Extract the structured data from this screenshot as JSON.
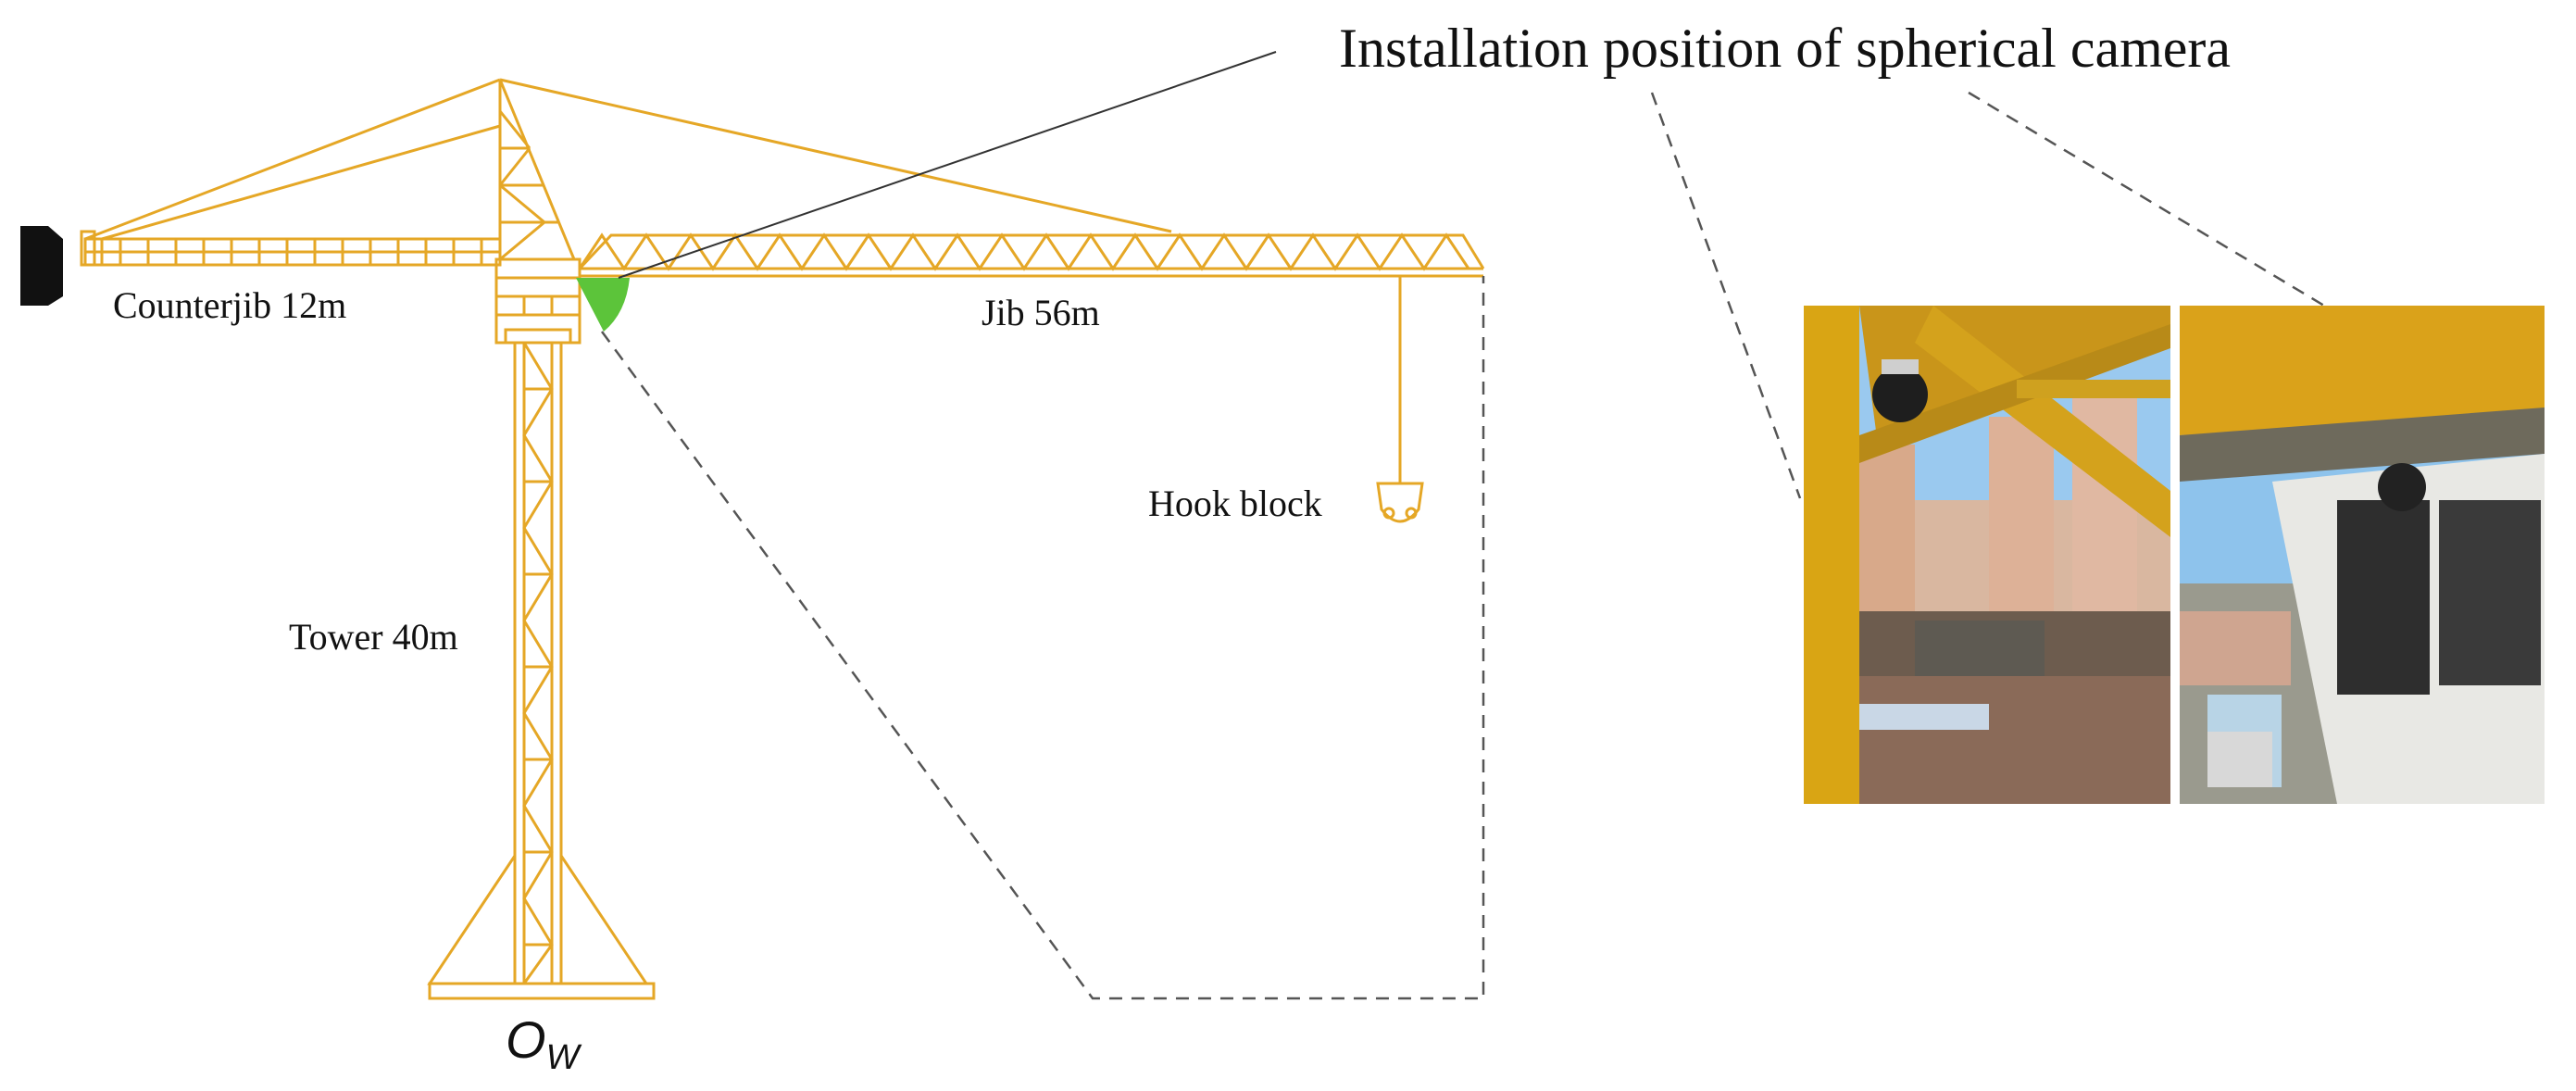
{
  "diagram": {
    "callout_title": "Installation position of spherical camera",
    "labels": {
      "counterjib": "Counterjib 12m",
      "jib": "Jib 56m",
      "hook_block": "Hook block",
      "tower": "Tower 40m",
      "origin_main": "O",
      "origin_sub": "W"
    },
    "colors": {
      "crane": "#E5A726",
      "camera_mount": "#5CC43A",
      "counterweight": "#111111",
      "leader_line": "#333333",
      "dashed": "#555555",
      "sky": "#8EC3EC",
      "steel_yellow": "#D9A514"
    },
    "photos": [
      {
        "name": "photo-camera-under-jib"
      },
      {
        "name": "photo-camera-above-cab"
      }
    ]
  }
}
